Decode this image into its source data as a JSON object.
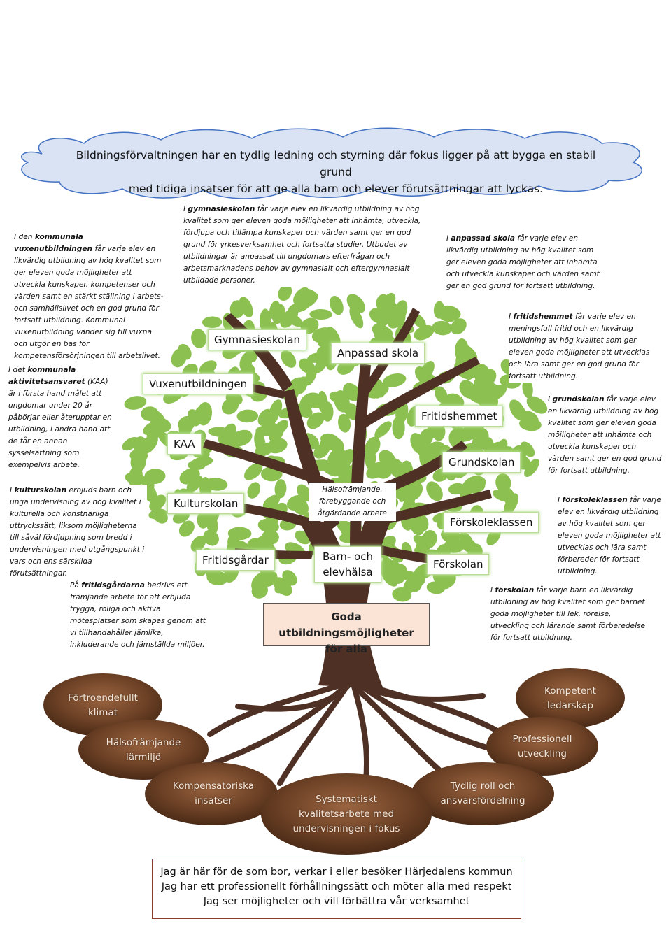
{
  "cloud": {
    "line1": "Bildningsförvaltningen har en tydlig ledning och styrning där fokus ligger på att bygga en stabil grund",
    "line2": "med tidiga insatser för att ge alla barn och elever förutsättningar att lyckas."
  },
  "branch_labels": {
    "gymnasieskolan": "Gymnasieskolan",
    "anpassad_skola": "Anpassad skola",
    "vuxenutbildningen": "Vuxenutbildningen",
    "fritidshemmet": "Fritidshemmet",
    "kaa": "KAA",
    "grundskolan": "Grundskolan",
    "kulturskolan": "Kulturskolan",
    "forskoleklassen": "Förskoleklassen",
    "fritidsgardar": "Fritidsgårdar",
    "barn_elevhalsa_1": "Barn- och",
    "barn_elevhalsa_2": "elevhälsa",
    "forskolan": "Förskolan"
  },
  "central_note": {
    "line1": "Hälsofrämjande,",
    "line2": "förebyggande och",
    "line3": "åtgärdande arbete"
  },
  "goal": {
    "line1": "Goda utbildningsmöjligheter",
    "line2": "för alla"
  },
  "descriptions": {
    "gymnasieskolan": {
      "pre": "I ",
      "bold": "gymnasieskolan",
      "rest": " får varje elev en likvärdig utbildning av hög kvalitet som ger eleven goda möjligheter att inhämta, utveckla, fördjupa och tillämpa kunskaper och värden samt ger en god grund för yrkesverksamhet och fortsatta studier. Utbudet av utbildningar är anpassat till ungdomars efterfrågan och arbetsmarknadens behov av gymnasialt och eftergymnasialt utbildade personer."
    },
    "vuxenutbildning": {
      "pre": "I den ",
      "bold": "kommunala vuxenutbildningen",
      "rest": " får varje elev en likvärdig utbildning av hög kvalitet som ger eleven goda möjligheter att utveckla kunskaper, kompetenser och värden samt en stärkt ställning i arbets- och samhällslivet och en god grund för fortsatt utbildning. Kommunal vuxenutbildning vänder sig till vuxna och utgör en bas för kompetensförsörjningen till arbetslivet."
    },
    "anpassad_skola": {
      "pre": "I ",
      "bold": "anpassad skola",
      "rest": " får varje elev en likvärdig utbildning av hög kvalitet som ger eleven goda möjligheter att inhämta och utveckla kunskaper och värden samt ger en god grund för fortsatt utbildning."
    },
    "fritidshemmet": {
      "pre": "I ",
      "bold": "fritidshemmet",
      "rest": " får varje elev en meningsfull fritid och en likvärdig utbildning av hög kvalitet som ger eleven goda möjligheter att utvecklas och lära samt ger en god grund för fortsatt utbildning."
    },
    "kaa": {
      "pre": "I det ",
      "bold": "kommunala aktivitetsansvaret",
      "rest": " (KAA) är i första hand målet att ungdomar under 20 år påbörjar eller återupptar en utbildning, i andra hand att de får en annan sysselsättning som exempelvis arbete."
    },
    "grundskolan": {
      "pre": "I ",
      "bold": "grundskolan",
      "rest": " får varje elev en likvärdig utbildning av hög kvalitet som ger eleven goda möjligheter att inhämta och utveckla kunskaper och värden samt ger en god grund för fortsatt utbildning."
    },
    "kulturskolan": {
      "pre": "I ",
      "bold": "kulturskolan",
      "rest": " erbjuds barn och unga undervisning av hög kvalitet i kulturella och konstnärliga uttryckssätt, liksom möjligheterna till såväl fördjupning som bredd i undervisningen med utgångspunkt i vars och ens särskilda förutsättningar."
    },
    "forskoleklassen": {
      "pre": "I ",
      "bold": "förskoleklassen",
      "rest": " får varje elev en likvärdig utbildning av hög kvalitet som ger eleven goda möjligheter att utvecklas och lära samt förbereder för fortsatt utbildning."
    },
    "fritidsgardar": {
      "pre": "På ",
      "bold": "fritidsgårdarna",
      "rest": " bedrivs ett främjande arbete för att erbjuda trygga, roliga och aktiva mötesplatser som skapas genom att vi tillhandahåller jämlika, inkluderande och jämställda miljöer."
    },
    "forskolan": {
      "pre": "I ",
      "bold": "förskolan",
      "rest": " får varje barn en likvärdig utbildning av hög kvalitet som ger barnet goda möjligheter till lek, rörelse, utveckling och lärande samt förberedelse för fortsatt utbildning."
    }
  },
  "roots": {
    "fortroendefullt": [
      "Förtroendefullt",
      "klimat"
    ],
    "kompetent": [
      "Kompetent",
      "ledarskap"
    ],
    "halsoframjande": [
      "Hälsofrämjande",
      "lärmiljö"
    ],
    "professionell": [
      "Professionell",
      "utveckling"
    ],
    "kompensatoriska": [
      "Kompensatoriska",
      "insatser"
    ],
    "tydlig_roll": [
      "Tydlig roll och",
      "ansvarsfördelning"
    ],
    "systematiskt": [
      "Systematiskt",
      "kvalitetsarbete med",
      "undervisningen i fokus"
    ]
  },
  "bottom": {
    "line1": "Jag är här för de som bor, verkar i eller besöker Härjedalens kommun",
    "line2": "Jag har ett professionellt förhållningssätt och möter alla med respekt",
    "line3": "Jag ser möjligheter och vill förbättra vår verksamhet"
  },
  "colors": {
    "cloud_fill": "#dae3f3",
    "cloud_stroke": "#4472c4",
    "leaf": "#8cc152",
    "trunk": "#4e3124",
    "goal_fill": "#fbe3d6",
    "soil": "#7a4a2c",
    "bottom_border": "#8a3b2e"
  }
}
